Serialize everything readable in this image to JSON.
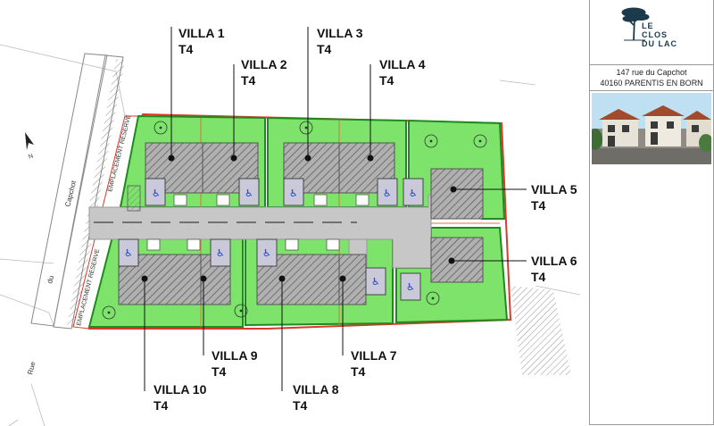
{
  "villas": [
    {
      "name": "VILLA 1",
      "type": "T4"
    },
    {
      "name": "VILLA 2",
      "type": "T4"
    },
    {
      "name": "VILLA 3",
      "type": "T4"
    },
    {
      "name": "VILLA 4",
      "type": "T4"
    },
    {
      "name": "VILLA 5",
      "type": "T4"
    },
    {
      "name": "VILLA 6",
      "type": "T4"
    },
    {
      "name": "VILLA 7",
      "type": "T4"
    },
    {
      "name": "VILLA 8",
      "type": "T4"
    },
    {
      "name": "VILLA 9",
      "type": "T4"
    },
    {
      "name": "VILLA 10",
      "type": "T4"
    }
  ],
  "street": {
    "words": [
      "Rue",
      "du",
      "Capchot"
    ]
  },
  "reserved_label": "EMPLACEMENT RESERVE",
  "logo": {
    "lines": [
      "LE",
      "CLOS",
      "DU LAC"
    ]
  },
  "address": {
    "line1": "147 rue du Capchot",
    "line2": "40160 PARENTIS EN BORN"
  },
  "colors": {
    "lot": "#7de36b",
    "lot_border": "#1f8a1f",
    "road": "#c7c7c7",
    "house": "#a9a9a9",
    "boundary": "#d93a2a",
    "parking_icon": "#1f3fd1"
  }
}
